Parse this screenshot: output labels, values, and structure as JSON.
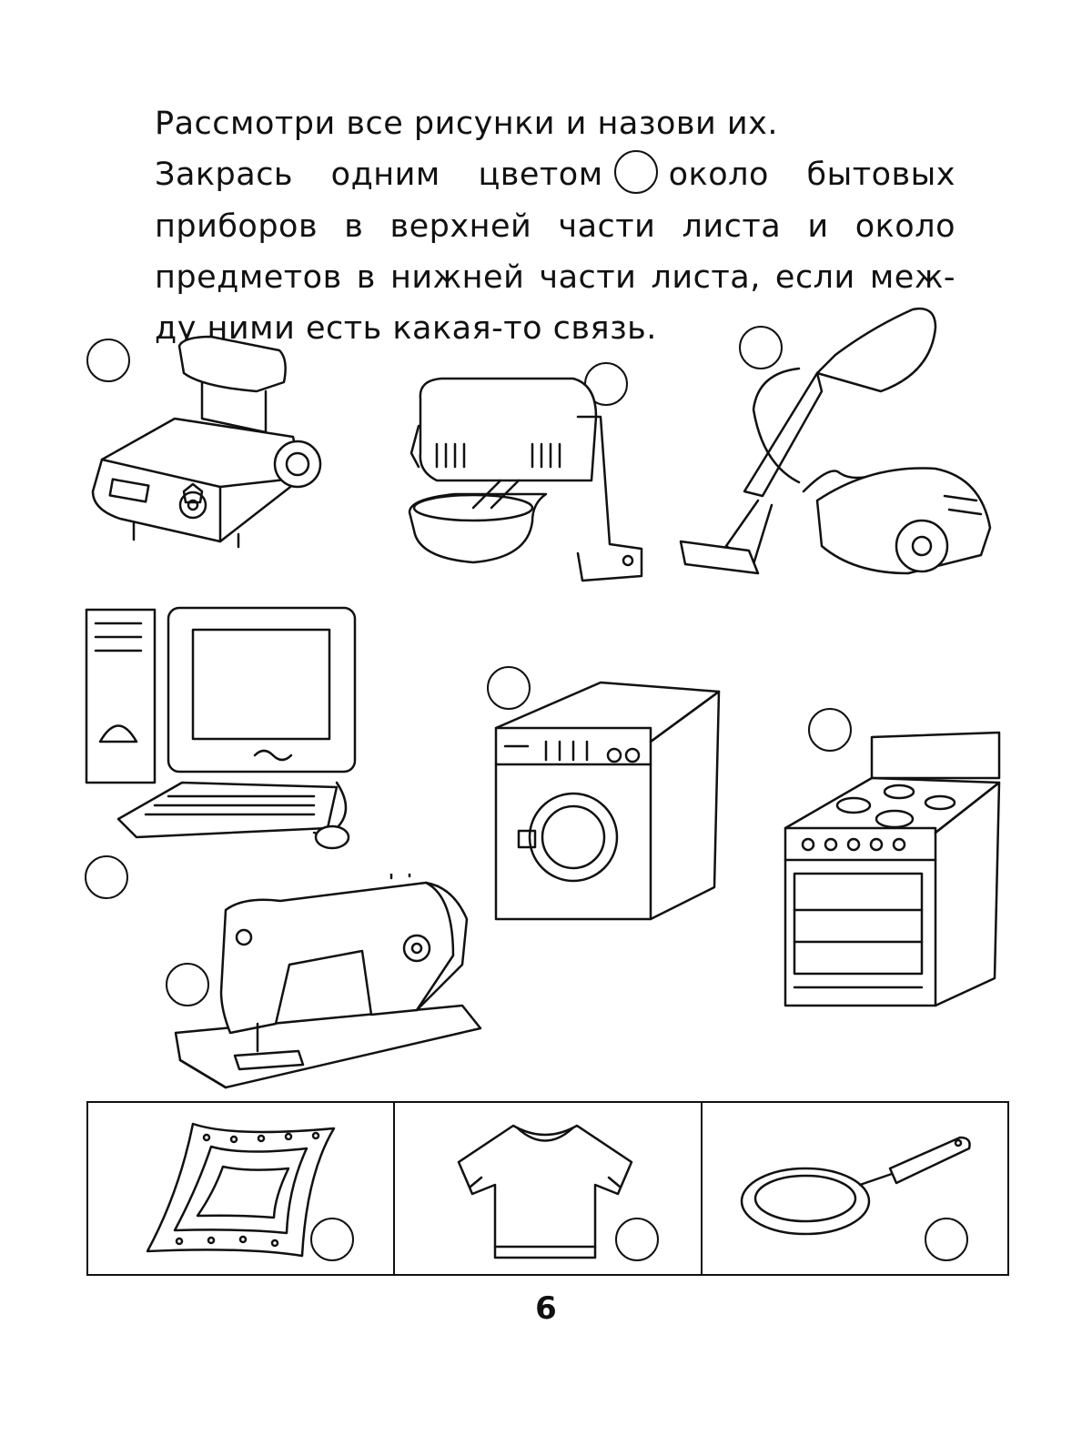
{
  "instructions": {
    "line1": "Рассмотри все рисунки и назови их.",
    "line2_before": "Закрась одним цветом",
    "line2_after": "около бытовых",
    "line3": "приборов в верхней части листа и около",
    "line4": "предметов в нижней части листа, если меж-",
    "line5": "ду ними есть какая-то связь."
  },
  "appliances": [
    {
      "icon": "meat-grinder-icon"
    },
    {
      "icon": "stand-mixer-icon"
    },
    {
      "icon": "vacuum-cleaner-icon"
    },
    {
      "icon": "computer-icon"
    },
    {
      "icon": "washing-machine-icon"
    },
    {
      "icon": "stove-icon"
    },
    {
      "icon": "sewing-machine-icon"
    }
  ],
  "objects": [
    {
      "icon": "napkin-icon"
    },
    {
      "icon": "t-shirt-icon"
    },
    {
      "icon": "frying-pan-icon"
    }
  ],
  "page_number": "6"
}
